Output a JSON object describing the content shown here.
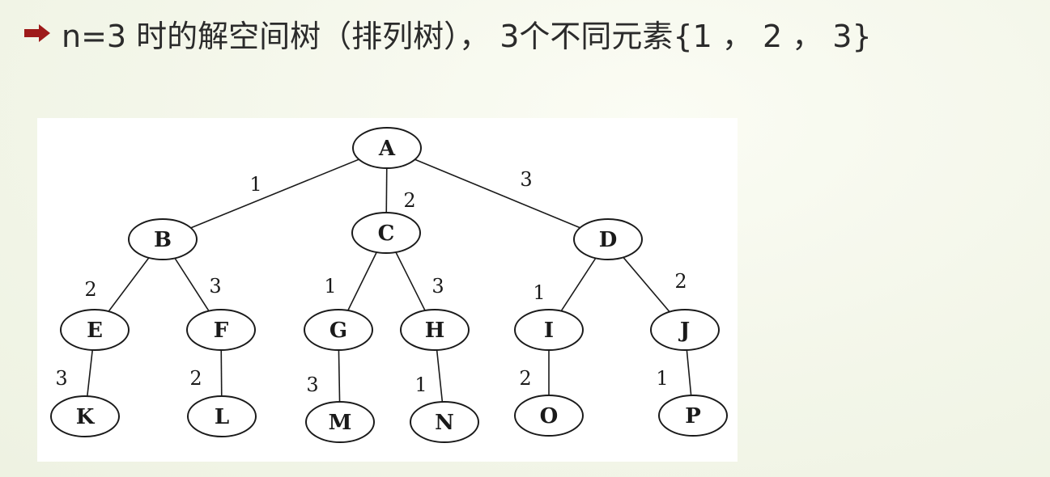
{
  "heading": {
    "text": "n=3 时的解空间树（排列树）， 3个不同元素{1 ， 2 ， 3}",
    "bullet_color": "#9e1a1a",
    "bullet_icon": "arrow-right-icon"
  },
  "tree": {
    "nodes": [
      {
        "id": "A",
        "label": "A"
      },
      {
        "id": "B",
        "label": "B"
      },
      {
        "id": "C",
        "label": "C"
      },
      {
        "id": "D",
        "label": "D"
      },
      {
        "id": "E",
        "label": "E"
      },
      {
        "id": "F",
        "label": "F"
      },
      {
        "id": "G",
        "label": "G"
      },
      {
        "id": "H",
        "label": "H"
      },
      {
        "id": "I",
        "label": "I"
      },
      {
        "id": "J",
        "label": "J"
      },
      {
        "id": "K",
        "label": "K"
      },
      {
        "id": "L",
        "label": "L"
      },
      {
        "id": "M",
        "label": "M"
      },
      {
        "id": "N",
        "label": "N"
      },
      {
        "id": "O",
        "label": "O"
      },
      {
        "id": "P",
        "label": "P"
      }
    ],
    "edges": [
      {
        "from": "A",
        "to": "B",
        "label": "1"
      },
      {
        "from": "A",
        "to": "C",
        "label": "2"
      },
      {
        "from": "A",
        "to": "D",
        "label": "3"
      },
      {
        "from": "B",
        "to": "E",
        "label": "2"
      },
      {
        "from": "B",
        "to": "F",
        "label": "3"
      },
      {
        "from": "C",
        "to": "G",
        "label": "1"
      },
      {
        "from": "C",
        "to": "H",
        "label": "3"
      },
      {
        "from": "D",
        "to": "I",
        "label": "1"
      },
      {
        "from": "D",
        "to": "J",
        "label": "2"
      },
      {
        "from": "E",
        "to": "K",
        "label": "3"
      },
      {
        "from": "F",
        "to": "L",
        "label": "2"
      },
      {
        "from": "G",
        "to": "M",
        "label": "3"
      },
      {
        "from": "H",
        "to": "N",
        "label": "1"
      },
      {
        "from": "I",
        "to": "O",
        "label": "2"
      },
      {
        "from": "J",
        "to": "P",
        "label": "1"
      }
    ]
  }
}
